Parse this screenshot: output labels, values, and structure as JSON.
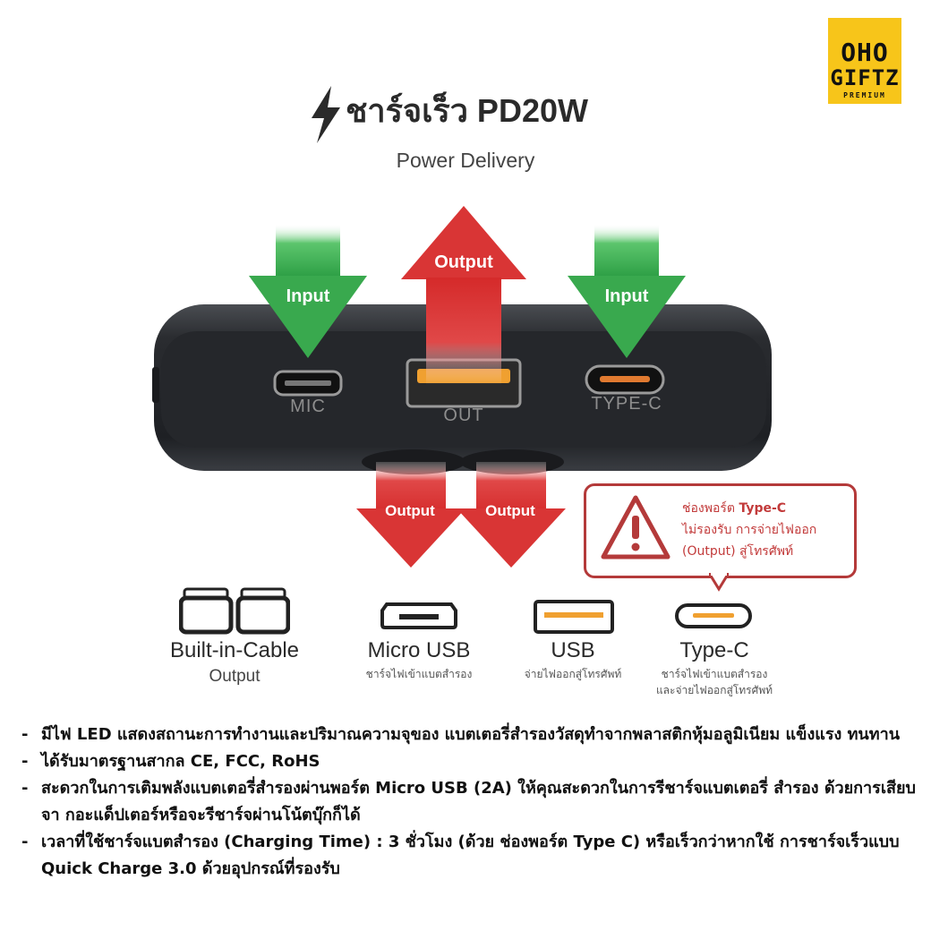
{
  "logo": {
    "line1": "OHO",
    "line2": "GIFTZ",
    "line3": "PREMIUM"
  },
  "header": {
    "title": "ชาร์จเร็ว PD20W",
    "subtitle": "Power Delivery"
  },
  "ports": {
    "mic": "MIC",
    "out": "OUT",
    "typec": "TYPE-C"
  },
  "arrows": {
    "left_input": "Input",
    "top_output": "Output",
    "right_input": "Input",
    "bottom_output_1": "Output",
    "bottom_output_2": "Output"
  },
  "warning": {
    "line1_prefix": "ช่องพอร์ต ",
    "line1_bold": "Type-C",
    "line2": "ไม่รองรับ การจ่ายไฟออก",
    "line3": "(Output) สู่โทรศัพท์"
  },
  "connectors": [
    {
      "icon": "built-in-cable-icon",
      "title": "Built-in-Cable",
      "subtitle": "Output"
    },
    {
      "icon": "micro-usb-icon",
      "title": "Micro USB",
      "subtitle": "ชาร์จไฟเข้าแบตสำรอง"
    },
    {
      "icon": "usb-icon",
      "title": "USB",
      "subtitle": "จ่ายไฟออกสู่โทรศัพท์"
    },
    {
      "icon": "type-c-icon",
      "title": "Type-C",
      "subtitle": "ชาร์จไฟเข้าแบตสำรอง",
      "subtitle2": "และจ่ายไฟออกสู่โทรศัพท์"
    }
  ],
  "features": [
    {
      "dash": "-",
      "text": "มีไฟ LED แสดงสถานะการทำงานและปริมาณความจุของ แบตเตอรี่สำรองวัสดุทำจากพลาสติกหุ้มอลูมิเนียม แข็งแรง ทนทาน"
    },
    {
      "dash": "-",
      "text": "ได้รับมาตรฐานสากล CE, FCC, RoHS"
    },
    {
      "dash": "-",
      "text": "สะดวกในการเติมพลังแบตเตอรี่สำรองผ่านพอร์ต Micro USB (2A) ให้คุณสะดวกในการรีชาร์จแบตเตอรี่ สำรอง ด้วยการเสียบจา กอะแด็ปเตอร์หรือจะรีชาร์จผ่านโน้ตบุ๊กก็ได้"
    },
    {
      "dash": "-",
      "text": "เวลาที่ใช้ชาร์จแบตสำรอง (Charging Time) : 3 ชั่วโมง (ด้วย ช่องพอร์ต Type C) หรือเร็วกว่าหากใช้ การชาร์จเร็วแบบ Quick Charge 3.0 ด้วยอุปกรณ์ที่รองรับ"
    }
  ],
  "colors": {
    "accent_red": "#d93030",
    "accent_green": "#2fa84a",
    "logo_yellow": "#f7c51a",
    "warning_red": "#b43a3a",
    "usb_orange": "#f0a030"
  }
}
